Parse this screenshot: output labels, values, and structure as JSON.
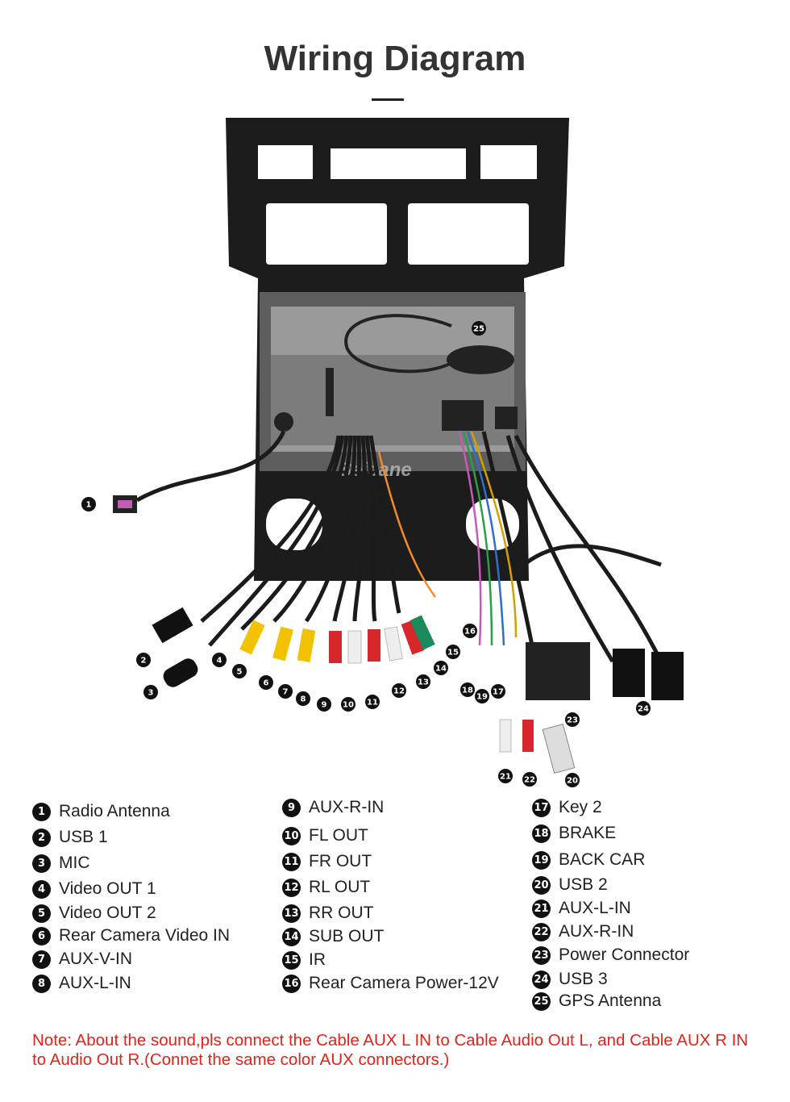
{
  "title": "Wiring Diagram",
  "watermark": "Seicane",
  "colors": {
    "accent_note": "#e2231a",
    "frame": "#1a1a1a",
    "yellow_rca": "#f2c200",
    "red_rca": "#d8262d",
    "white_rca": "#eeeeee",
    "green_rca": "#1a8a5a"
  },
  "callouts": [
    "1",
    "2",
    "3",
    "4",
    "5",
    "6",
    "7",
    "8",
    "9",
    "10",
    "11",
    "12",
    "13",
    "14",
    "15",
    "16",
    "17",
    "18",
    "19",
    "20",
    "21",
    "22",
    "23",
    "24",
    "25"
  ],
  "legend": {
    "col1": [
      {
        "num": "1",
        "label": "Radio Antenna"
      },
      {
        "num": "2",
        "label": "USB 1"
      },
      {
        "num": "3",
        "label": "MIC"
      },
      {
        "num": "4",
        "label": "Video OUT 1"
      },
      {
        "num": "5",
        "label": "Video OUT 2"
      },
      {
        "num": "6",
        "label": "Rear Camera Video IN"
      },
      {
        "num": "7",
        "label": "AUX-V-IN"
      },
      {
        "num": "8",
        "label": "AUX-L-IN"
      }
    ],
    "col2": [
      {
        "num": "9",
        "label": "AUX-R-IN"
      },
      {
        "num": "10",
        "label": "FL OUT"
      },
      {
        "num": "11",
        "label": "FR OUT"
      },
      {
        "num": "12",
        "label": "RL OUT"
      },
      {
        "num": "13",
        "label": "RR OUT"
      },
      {
        "num": "14",
        "label": "SUB OUT"
      },
      {
        "num": "15",
        "label": "IR"
      },
      {
        "num": "16",
        "label": "Rear Camera Power-12V"
      }
    ],
    "col3": [
      {
        "num": "17",
        "label": "Key 2"
      },
      {
        "num": "18",
        "label": "BRAKE"
      },
      {
        "num": "19",
        "label": "BACK CAR"
      },
      {
        "num": "20",
        "label": "USB 2"
      },
      {
        "num": "21",
        "label": "AUX-L-IN"
      },
      {
        "num": "22",
        "label": "AUX-R-IN"
      },
      {
        "num": "23",
        "label": "Power Connector"
      },
      {
        "num": "24",
        "label": "USB 3"
      },
      {
        "num": "25",
        "label": "GPS Antenna"
      }
    ]
  },
  "note": "Note: About the sound,pls connect the Cable AUX L IN to Cable Audio Out L, and Cable AUX R IN to  Audio Out R.(Connet the same color AUX connectors.)"
}
